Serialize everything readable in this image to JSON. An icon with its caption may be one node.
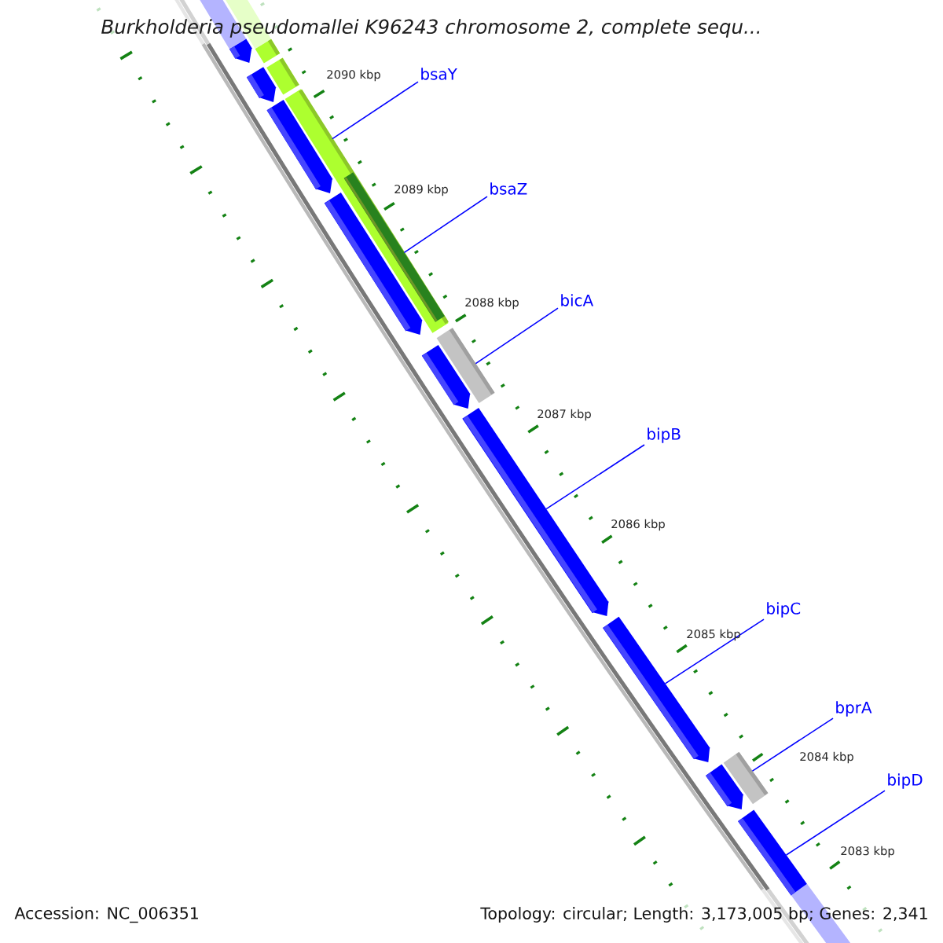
{
  "diagram": {
    "title": "*Burkholderia pseudomallei* K96243 chromosome 2, complete sequ...",
    "nodes": [
      {
        "text": [
          "bsaY"
        ]
      },
      {
        "text": [
          "bsaZ"
        ]
      },
      {
        "text": [
          "bicA"
        ]
      },
      {
        "text": [
          "bipB"
        ]
      },
      {
        "text": [
          "bipC"
        ]
      },
      {
        "text": [
          "bprA"
        ]
      },
      {
        "text": [
          "bipD"
        ]
      },
      {
        "text": [],
        "shape": "pentagon"
      },
      {
        "text": [],
        "shape": "bar"
      },
      {
        "text": [],
        "shape": "bar"
      },
      {
        "text": [],
        "shape": "pentagon"
      },
      {
        "text": [],
        "shape": "bar"
      },
      {
        "text": [],
        "shape": "pentagon"
      },
      {
        "text": [],
        "shape": "bar",
        "in": 11
      },
      {
        "text": [],
        "shape": "pentagon"
      },
      {
        "text": [],
        "shape": "bar"
      },
      {
        "text": [],
        "shape": "pentagon"
      },
      {
        "text": [],
        "shape": "pentagon"
      },
      {
        "text": [],
        "shape": "pentagon"
      },
      {
        "text": [],
        "shape": "bar"
      },
      {
        "text": [],
        "shape": "pentagon"
      },
      {
        "text": [],
        "shape": "pentagon"
      }
    ],
    "edges": [
      {
        "from": 0,
        "to": 11,
        "arrow": "none"
      },
      {
        "from": 1,
        "to": 13,
        "arrow": "none"
      },
      {
        "from": 2,
        "to": 15,
        "arrow": "none"
      },
      {
        "from": 3,
        "to": 17,
        "arrow": "none"
      },
      {
        "from": 4,
        "to": 18,
        "arrow": "none"
      },
      {
        "from": 5,
        "to": 19,
        "arrow": "none"
      },
      {
        "from": 6,
        "to": 21,
        "arrow": "none"
      }
    ],
    "labels": [
      "2090 kbp",
      "2089 kbp",
      "2088 kbp",
      "2087 kbp",
      "2086 kbp",
      "2085 kbp",
      "2084 kbp",
      "2083 kbp",
      "Accession: NC_006351",
      "Topology: circular; Length: 3,173,005 bp; Genes: 2,341"
    ]
  }
}
